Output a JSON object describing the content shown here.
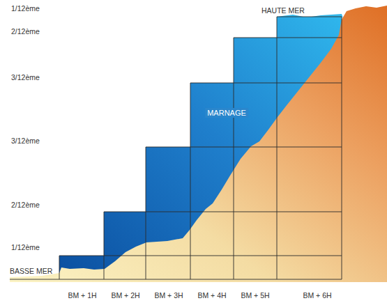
{
  "diagram": {
    "labels": [
      "1/12ème",
      "HAUTE MER",
      "2/12ème",
      "3/12ème",
      "MARNAGE",
      "3/12ème",
      "2/12ème",
      "1/12ème",
      "BASSE MER",
      "BM + 1H",
      "BM + 2H",
      "BM + 3H",
      "BM + 4H",
      "BM + 5H",
      "BM + 6H"
    ]
  }
}
